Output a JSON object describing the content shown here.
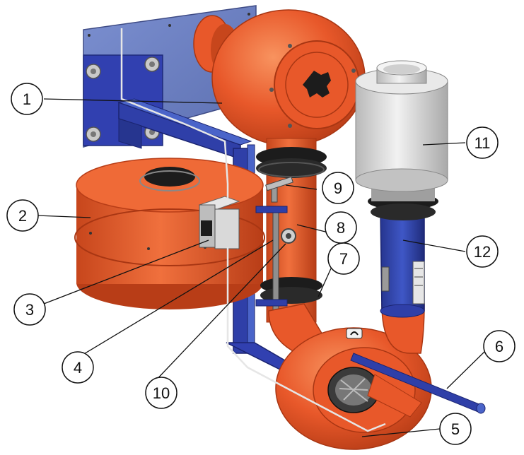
{
  "colors": {
    "orange": "#e8582a",
    "orange_dark": "#b83d17",
    "orange_light": "#f3834f",
    "blue": "#2f3fa8",
    "blue_dark": "#1f2b7a",
    "blue_light": "#4a64c9",
    "plate": "#6a7fbf",
    "gray": "#d9d9d9",
    "black": "#1c1c1c"
  },
  "callouts": [
    {
      "id": "1",
      "label": "1"
    },
    {
      "id": "2",
      "label": "2"
    },
    {
      "id": "3",
      "label": "3"
    },
    {
      "id": "4",
      "label": "4"
    },
    {
      "id": "5",
      "label": "5"
    },
    {
      "id": "6",
      "label": "6"
    },
    {
      "id": "7",
      "label": "7"
    },
    {
      "id": "8",
      "label": "8"
    },
    {
      "id": "9",
      "label": "9"
    },
    {
      "id": "10",
      "label": "10"
    },
    {
      "id": "11",
      "label": "11"
    },
    {
      "id": "12",
      "label": "12"
    }
  ]
}
